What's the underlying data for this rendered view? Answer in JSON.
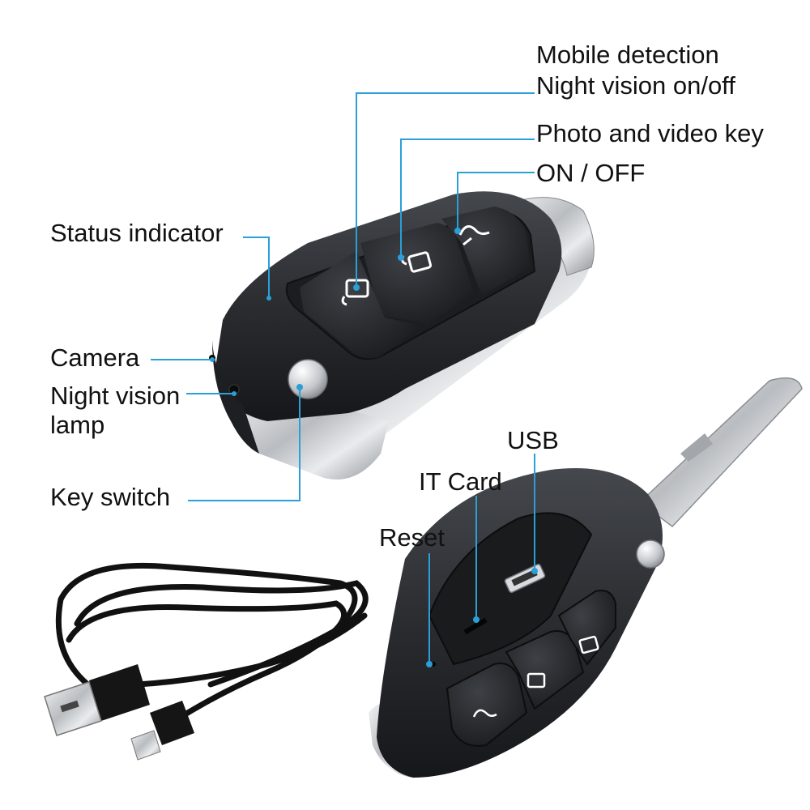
{
  "labels": {
    "mobile_detection": "Mobile detection",
    "night_vision_onoff": "Night vision on/off",
    "photo_video_key": "Photo and video key",
    "on_off": "ON / OFF",
    "status_indicator": "Status indicator",
    "camera": "Camera",
    "night_vision_lamp_1": "Night vision",
    "night_vision_lamp_2": "lamp",
    "key_switch": "Key switch",
    "usb": "USB",
    "it_card": "IT Card",
    "reset": "Reset"
  },
  "colors": {
    "callout_line": "#2a9fd8",
    "key_body": "#2b2d30",
    "chrome": "#c9ccd0",
    "cable": "#111111"
  },
  "icons": [
    "photo-icon",
    "mode-icon",
    "power-icon",
    "usb-port-icon"
  ]
}
